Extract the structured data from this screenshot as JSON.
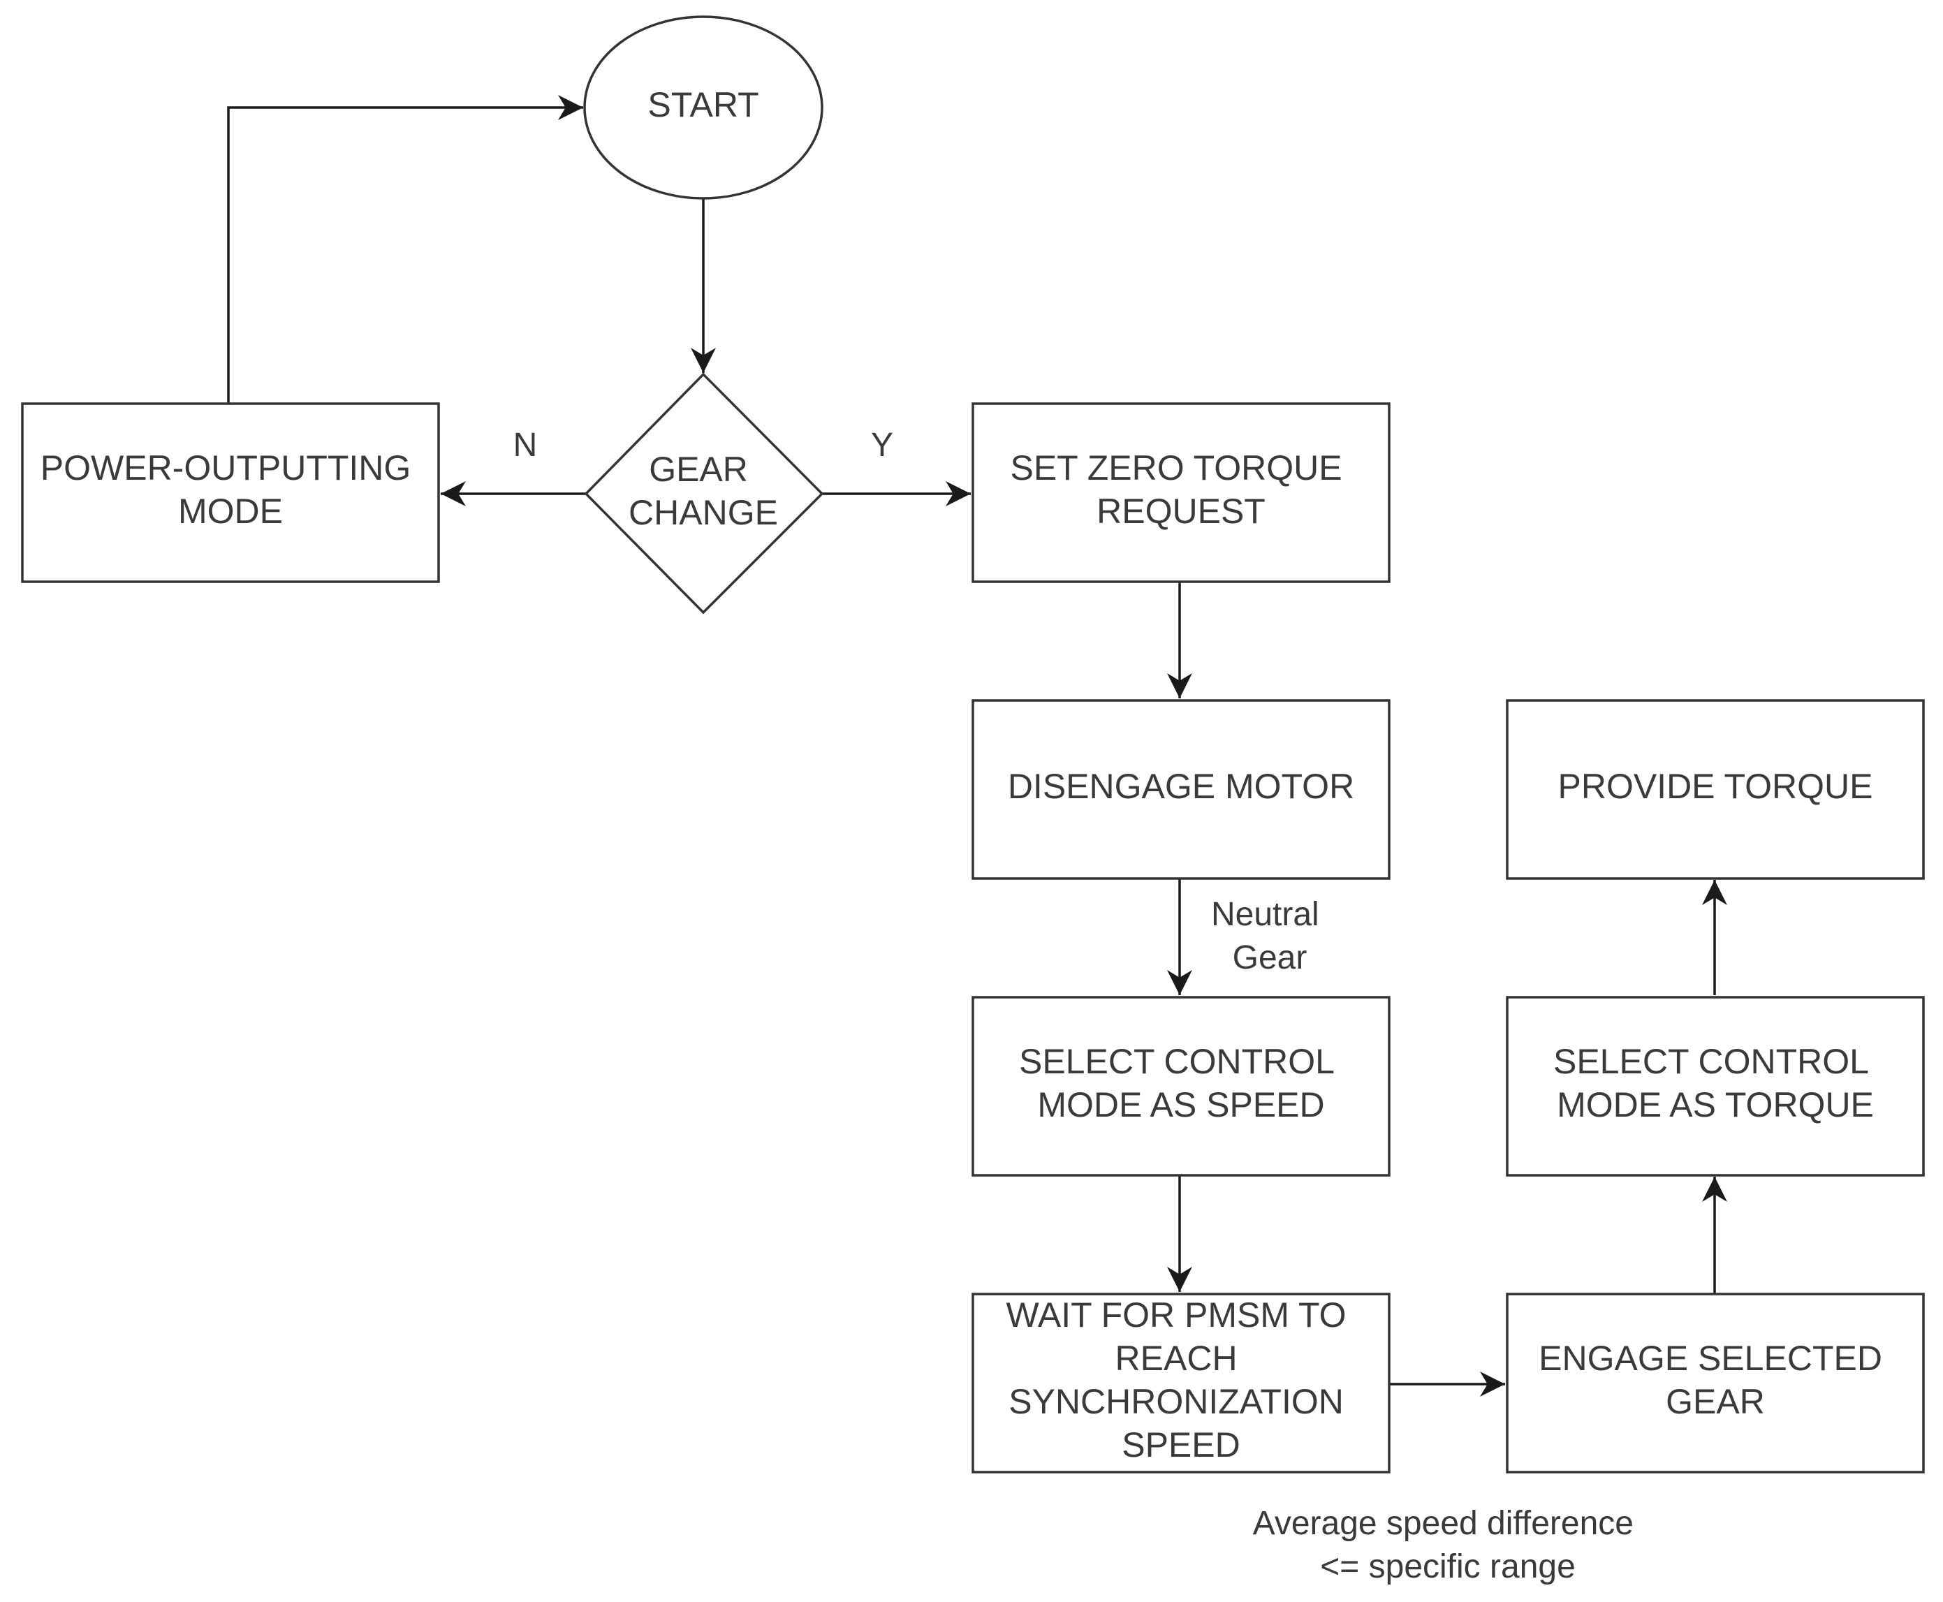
{
  "diagram": {
    "type": "flowchart",
    "nodes": {
      "start": {
        "shape": "ellipse",
        "lines": [
          "START"
        ]
      },
      "gear_change": {
        "shape": "diamond",
        "lines": [
          "GEAR",
          "CHANGE"
        ]
      },
      "power_outputting": {
        "shape": "rect",
        "lines": [
          "POWER-OUTPUTTING",
          "MODE"
        ]
      },
      "set_zero_torque": {
        "shape": "rect",
        "lines": [
          "SET ZERO TORQUE",
          "REQUEST"
        ]
      },
      "disengage_motor": {
        "shape": "rect",
        "lines": [
          "DISENGAGE MOTOR"
        ]
      },
      "select_speed_mode": {
        "shape": "rect",
        "lines": [
          "SELECT CONTROL",
          "MODE AS SPEED"
        ]
      },
      "wait_sync": {
        "shape": "rect",
        "lines": [
          "WAIT FOR PMSM TO",
          "REACH",
          "SYNCHRONIZATION",
          "SPEED"
        ]
      },
      "engage_gear": {
        "shape": "rect",
        "lines": [
          "ENGAGE SELECTED",
          "GEAR"
        ]
      },
      "select_torque_mode": {
        "shape": "rect",
        "lines": [
          "SELECT CONTROL",
          "MODE AS TORQUE"
        ]
      },
      "provide_torque": {
        "shape": "rect",
        "lines": [
          "PROVIDE TORQUE"
        ]
      }
    },
    "edges": [
      {
        "from": "start",
        "to": "gear_change",
        "label": []
      },
      {
        "from": "gear_change",
        "to": "power_outputting",
        "label": [
          "N"
        ]
      },
      {
        "from": "gear_change",
        "to": "set_zero_torque",
        "label": [
          "Y"
        ]
      },
      {
        "from": "power_outputting",
        "to": "start",
        "label": []
      },
      {
        "from": "set_zero_torque",
        "to": "disengage_motor",
        "label": []
      },
      {
        "from": "disengage_motor",
        "to": "select_speed_mode",
        "label": [
          "Neutral",
          "Gear"
        ]
      },
      {
        "from": "select_speed_mode",
        "to": "wait_sync",
        "label": []
      },
      {
        "from": "wait_sync",
        "to": "engage_gear",
        "label": [
          "Average speed difference",
          "<= specific range"
        ]
      },
      {
        "from": "engage_gear",
        "to": "select_torque_mode",
        "label": []
      },
      {
        "from": "select_torque_mode",
        "to": "provide_torque",
        "label": []
      }
    ]
  }
}
